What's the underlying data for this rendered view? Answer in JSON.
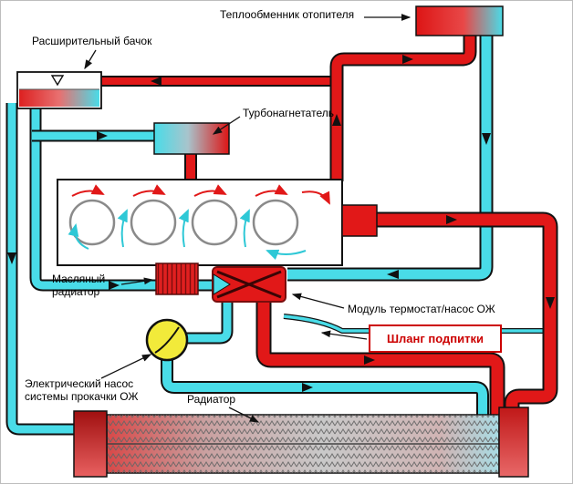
{
  "diagram": {
    "type": "engine-cooling-system-schematic",
    "labels": {
      "heater_exchanger": "Теплообменник отопителя",
      "expansion_tank": "Расширительный бачок",
      "turbocharger": "Турбонагнетатель",
      "oil_radiator": "Масляный радиатор",
      "thermostat_module": "Модуль термостат/насос ОЖ",
      "makeup_hose": "Шланг подпитки",
      "electric_pump": "Электрический насос системы прокачки ОЖ",
      "radiator": "Радиатор"
    },
    "legend_colors": {
      "hot_coolant": "#e11818",
      "cold_coolant": "#49dce8",
      "pump_fill": "#f2ea3a",
      "makeup_label_text": "#cc0000"
    }
  }
}
